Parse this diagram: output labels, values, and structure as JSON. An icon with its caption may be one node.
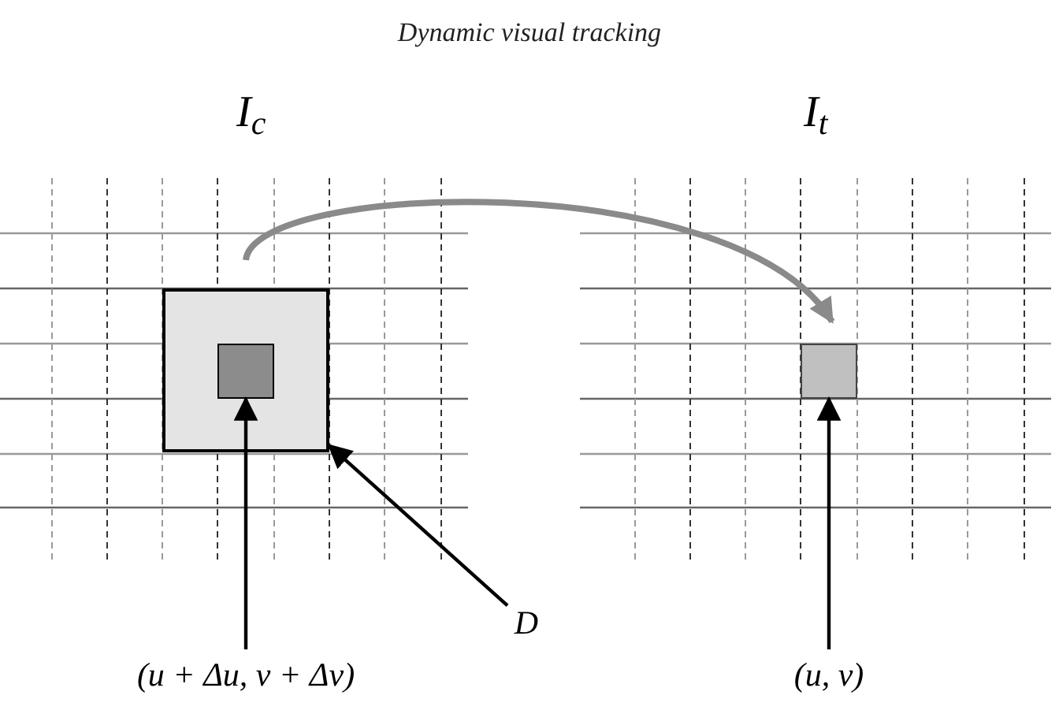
{
  "diagram": {
    "title": "Dynamic visual tracking",
    "nodes": [
      {
        "text": [],
        "shape": "box"
      },
      {
        "text": [],
        "shape": "box",
        "in": 0
      },
      {
        "text": [],
        "shape": "box"
      },
      {
        "text": [
          "(u + Δu, v + Δv)"
        ]
      },
      {
        "text": [
          "D"
        ]
      },
      {
        "text": [
          "(u, v)"
        ]
      }
    ],
    "edges": [
      {
        "from": 0,
        "to": 2,
        "arrow": "to",
        "style": "thick",
        "color": "#8a8a8a"
      },
      {
        "from": 3,
        "to": 1,
        "arrow": "to"
      },
      {
        "from": 4,
        "to": 0,
        "arrow": "to"
      },
      {
        "from": 5,
        "to": 2,
        "arrow": "to"
      }
    ],
    "labels": [
      "I$_{c}$",
      "I$_{t}$"
    ]
  }
}
